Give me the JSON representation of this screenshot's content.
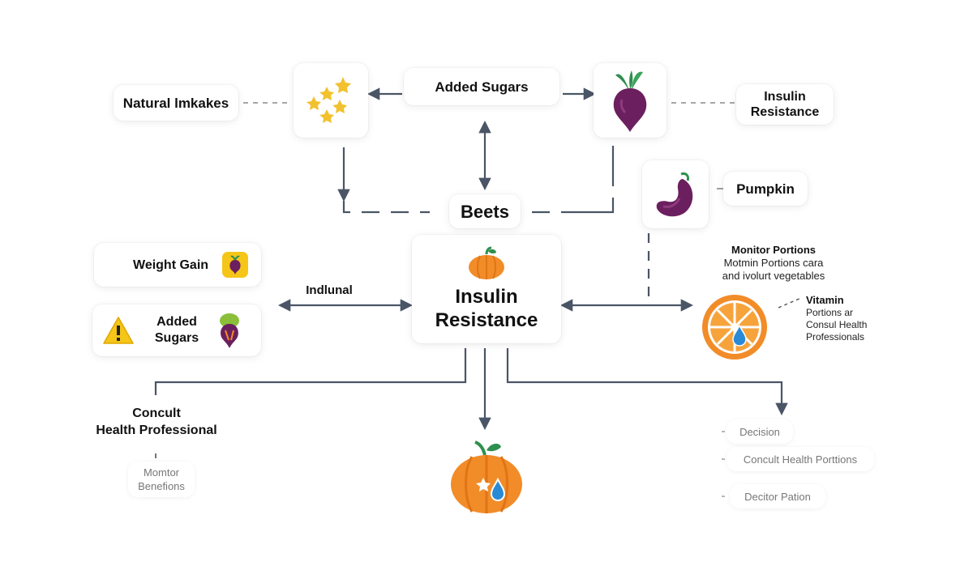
{
  "nodes": {
    "natural_intakes": "Natural lmkakes",
    "added_sugars_top": "Added Sugars",
    "insulin_resistance_top": "Insulin\nResistance",
    "pumpkin": "Pumpkin",
    "beets": "Beets",
    "weight_gain": "Weight Gain",
    "added_sugars_left": "Added\nSugars",
    "indulnal": "Indlunal",
    "insulin_resistance_center": "Insulin\nResistance",
    "monitor_portions_title": "Monitor Portions",
    "monitor_portions_body": "Motmin Portions cara\nand ivolurt vegetables",
    "vitamin_title": "Vitamin",
    "vitamin_body": "Portions ar\nConsul Health\nProfessionals",
    "consult_health": "Concult\nHealth Professional",
    "monitor_benefits": "Momtor\nBenefions",
    "decision": "Decision",
    "concult_health_portions": "Concult Health Porttions",
    "decitor_pation": "Decitor Pation"
  },
  "colors": {
    "arrow": "#4a5566",
    "beet": "#6b1f5e",
    "pumpkin": "#f28c28",
    "star": "#f2c12e",
    "leaf": "#2f8f4e",
    "water": "#2b8ad6",
    "warning": "#f5c518"
  },
  "icons": [
    "stars-icon",
    "beet-icon",
    "pumpkin-icon",
    "orange-slice-icon",
    "warning-icon",
    "water-drop-icon"
  ]
}
